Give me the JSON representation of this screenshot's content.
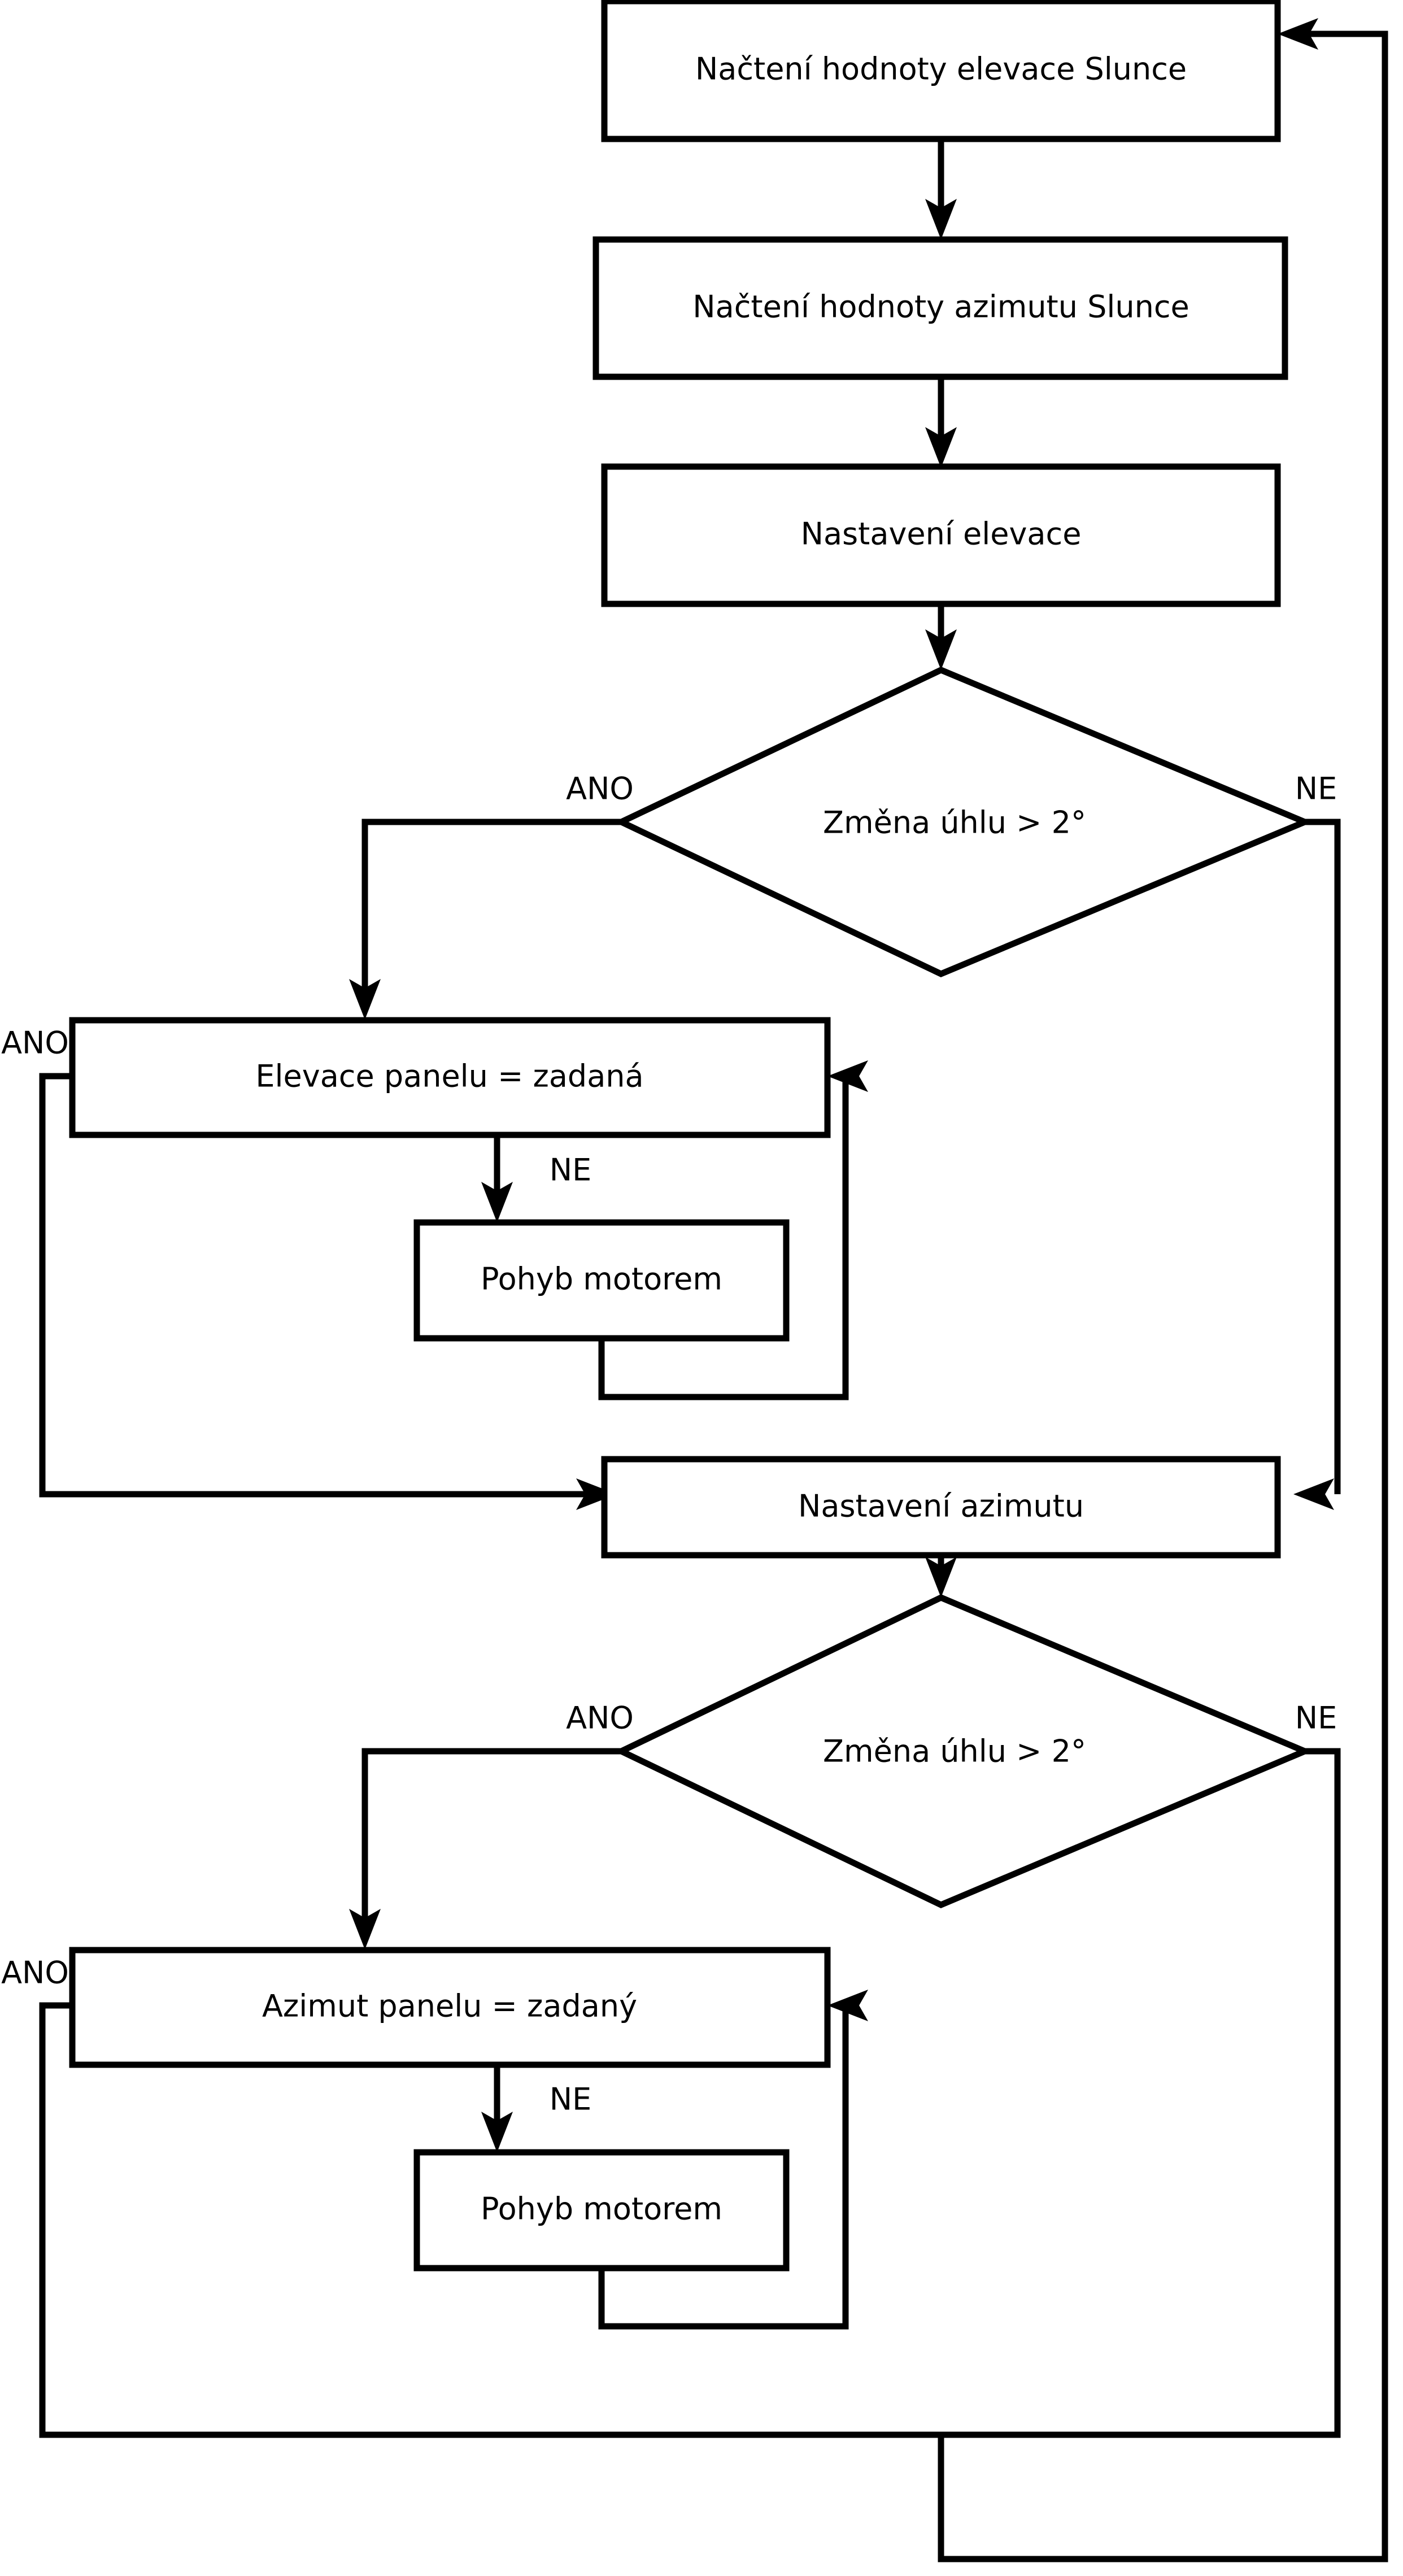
{
  "diagram": {
    "kind": "flowchart",
    "language": "cs",
    "orientation": "top-to-bottom",
    "background_color": "#ffffff",
    "line_color": "#000000",
    "fill_color": "#ffffff"
  },
  "nodes": {
    "read_elevation": {
      "label": "Načtení hodnoty elevace Slunce",
      "shape": "process"
    },
    "read_azimuth": {
      "label": "Načtení hodnoty azimutu Slunce",
      "shape": "process"
    },
    "set_elevation": {
      "label": "Nastavení elevace",
      "shape": "process"
    },
    "decision_elevation": {
      "label": "Změna úhlu > 2°",
      "shape": "decision"
    },
    "panel_elevation_check": {
      "label": "Elevace panelu = zadaná",
      "shape": "process"
    },
    "motor_move_elevation": {
      "label": "Pohyb motorem",
      "shape": "process"
    },
    "set_azimuth": {
      "label": "Nastavení azimutu",
      "shape": "process"
    },
    "decision_azimuth": {
      "label": "Změna úhlu > 2°",
      "shape": "decision"
    },
    "panel_azimuth_check": {
      "label": "Azimut panelu = zadaný",
      "shape": "process"
    },
    "motor_move_azimuth": {
      "label": "Pohyb motorem",
      "shape": "process"
    }
  },
  "edge_labels": {
    "elev_decision_yes": "ANO",
    "elev_decision_no": "NE",
    "elev_loop_yes": "ANO",
    "elev_loop_no": "NE",
    "azim_decision_yes": "ANO",
    "azim_decision_no": "NE",
    "azim_loop_yes": "ANO",
    "azim_loop_no": "NE"
  }
}
